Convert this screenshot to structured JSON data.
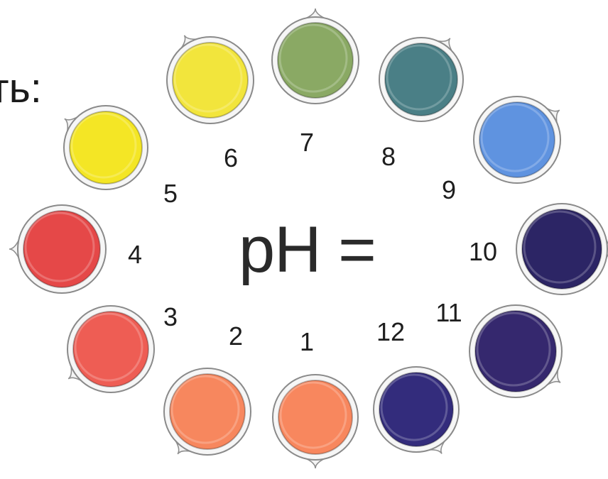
{
  "heading": "ть:",
  "center_label": "pH =",
  "ph_values": [
    {
      "label": "1",
      "color": "#f8875e"
    },
    {
      "label": "2",
      "color": "#f7875e"
    },
    {
      "label": "3",
      "color": "#ee5d54"
    },
    {
      "label": "4",
      "color": "#e54848"
    },
    {
      "label": "5",
      "color": "#f4e625"
    },
    {
      "label": "6",
      "color": "#f2e53c"
    },
    {
      "label": "7",
      "color": "#8aa964"
    },
    {
      "label": "8",
      "color": "#4a7f86"
    },
    {
      "label": "9",
      "color": "#5f93e0"
    },
    {
      "label": "10",
      "color": "#2c2565"
    },
    {
      "label": "11",
      "color": "#35286e"
    },
    {
      "label": "12",
      "color": "#332c7c"
    }
  ]
}
